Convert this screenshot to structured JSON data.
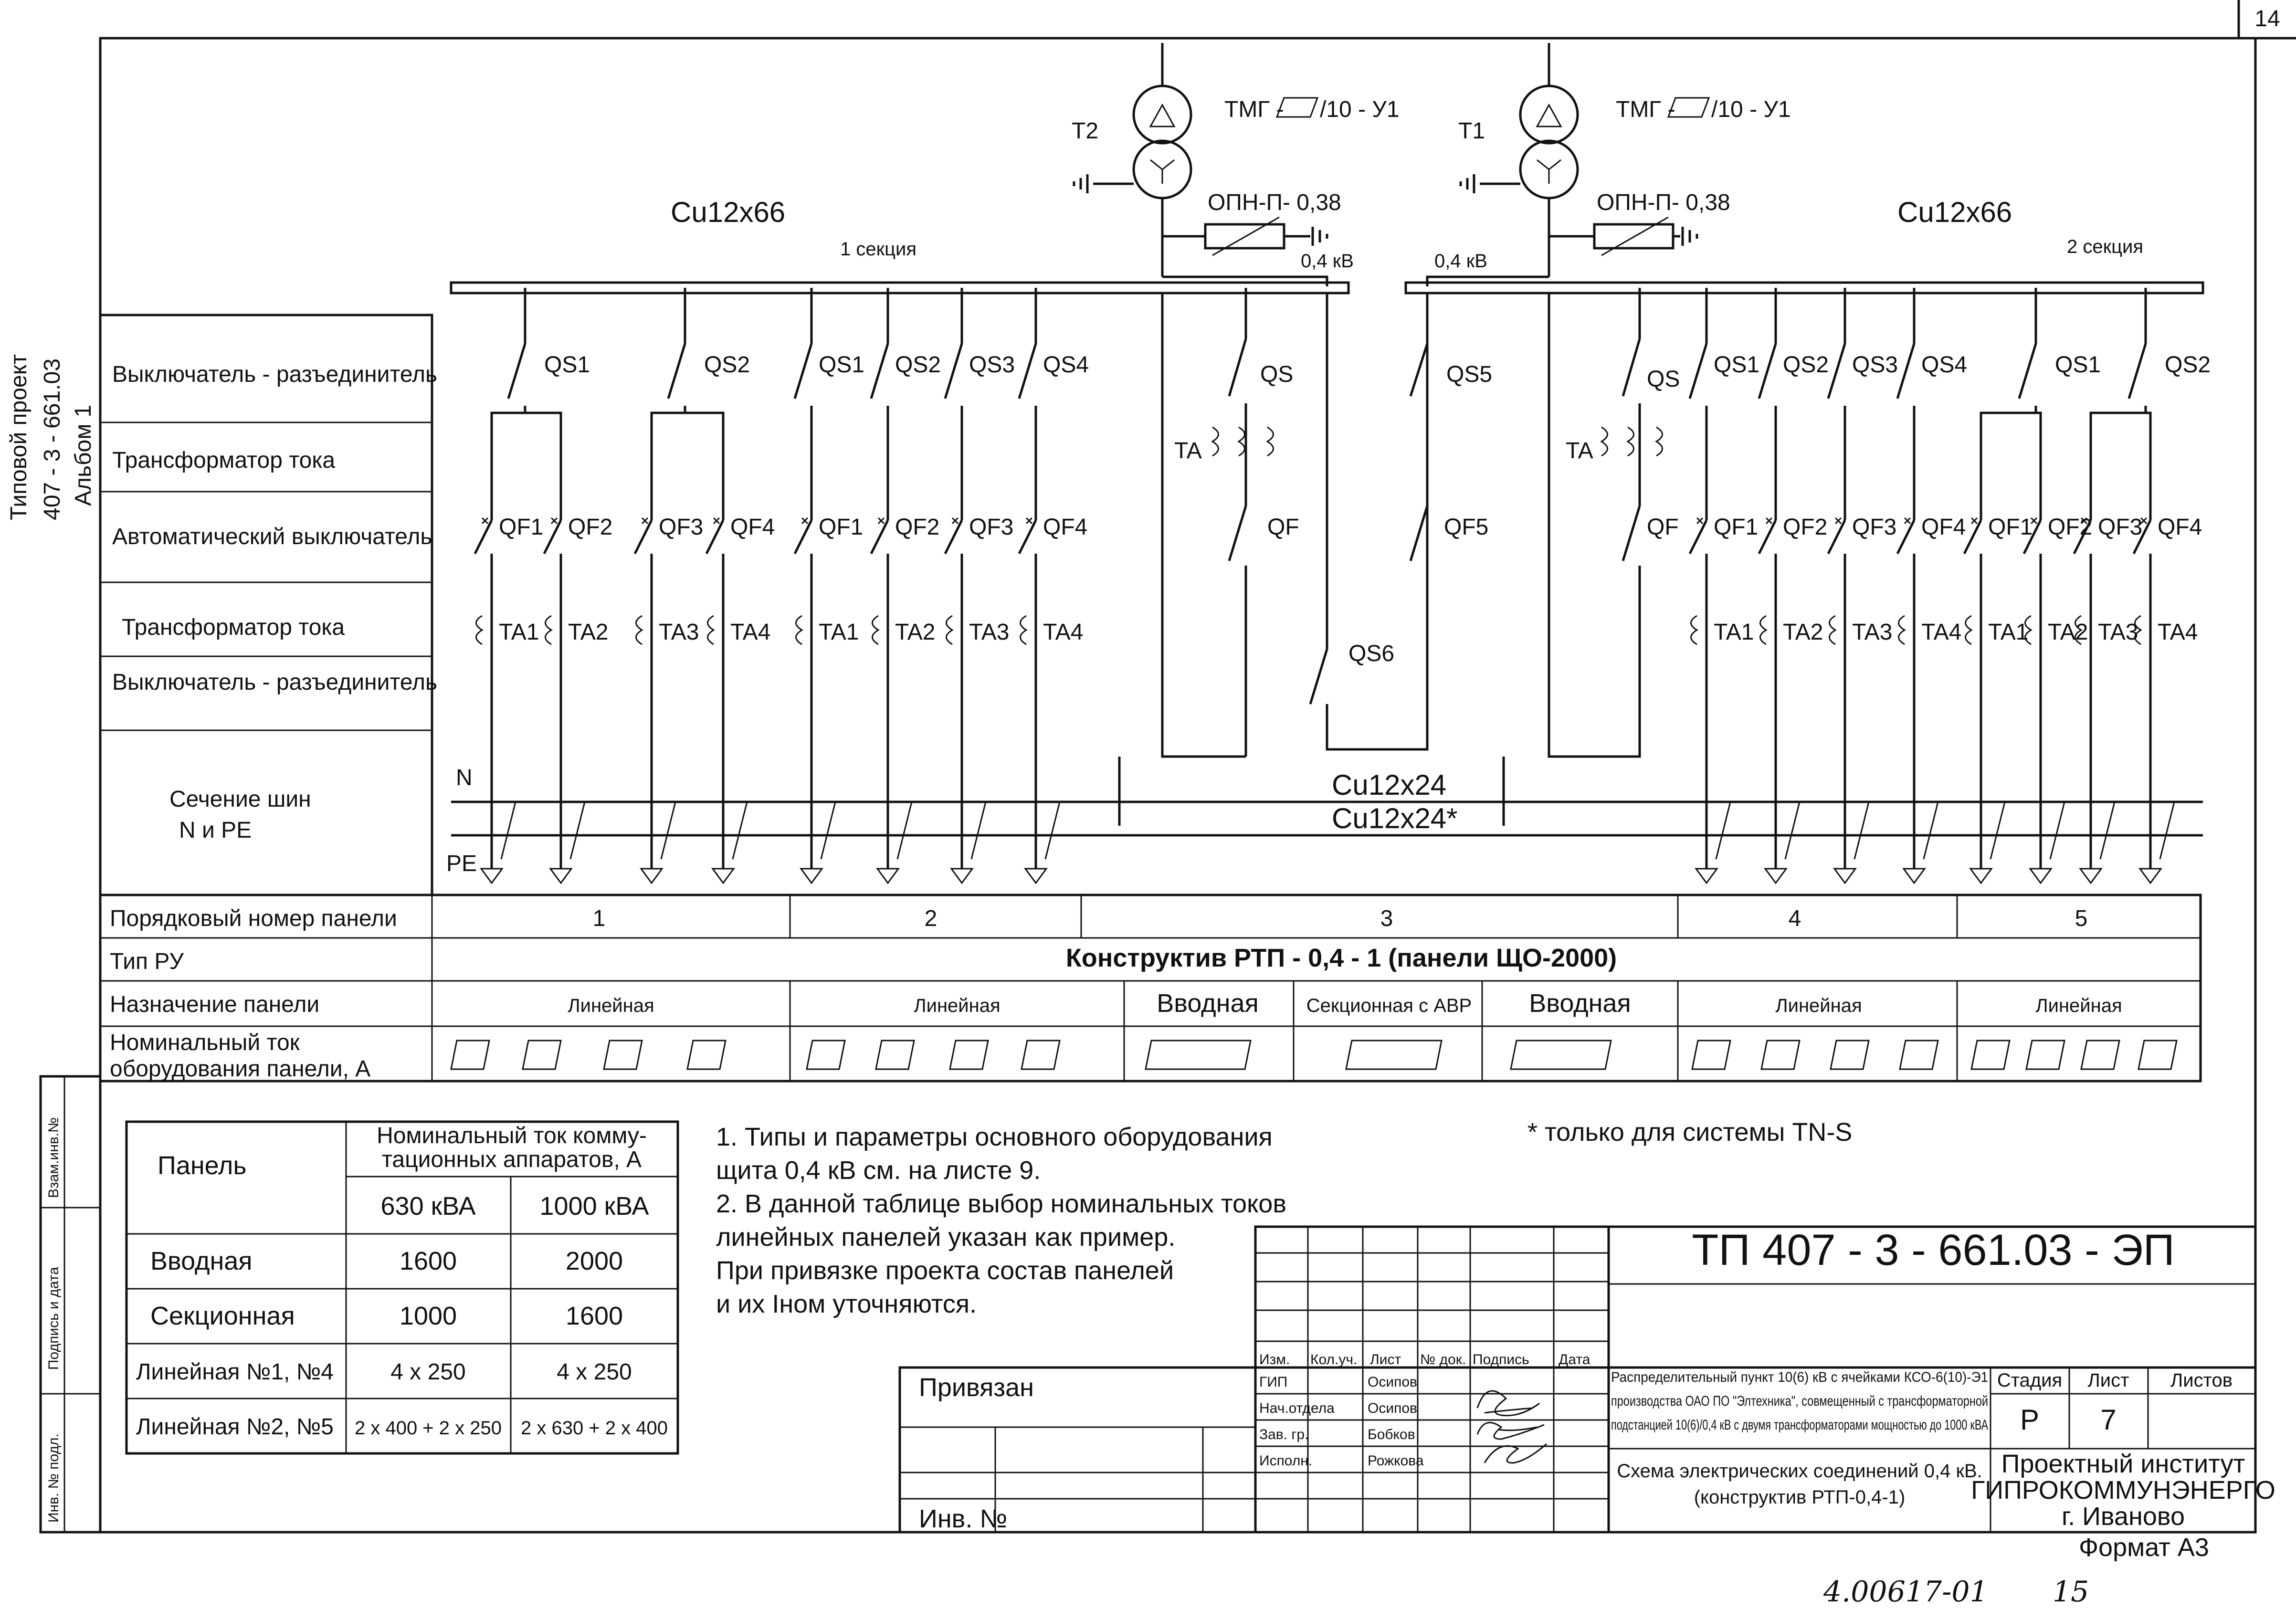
{
  "page_number": "14",
  "side": {
    "project_line1": "Типовой проект",
    "project_line2": "407 - 3 - 661.03",
    "project_line3": "Альбом 1",
    "stamp_cells": [
      "Взам.инв.№",
      "Подпись и дата",
      "Инв. № подл."
    ]
  },
  "schema": {
    "transformers": [
      {
        "id": "T2",
        "type_prefix": "ТМГ -",
        "type_suffix": "/10 - У1",
        "opn": "ОПН-П- 0,38",
        "voltage": "0,4 кВ"
      },
      {
        "id": "T1",
        "type_prefix": "ТМГ -",
        "type_suffix": "/10 - У1",
        "opn": "ОПН-П- 0,38",
        "voltage": "0,4 кВ"
      }
    ],
    "busbar_left": "Cu12x66",
    "busbar_right": "Cu12x66",
    "section_1": "1 секция",
    "section_2": "2 секция",
    "n_label": "N",
    "pe_label": "PE",
    "bus_n": "Cu12x24",
    "bus_pe": "Cu12x24*",
    "row_labels": [
      "Выключатель - разъединитель",
      "Трансформатор тока",
      "Автоматический выключатель",
      "Трансформатор тока",
      "Выключатель - разъединитель",
      "Сечение шин",
      "N и PE"
    ],
    "panel1_qs": [
      "QS1",
      "QS2"
    ],
    "panel1_qf": [
      "QF1",
      "QF2",
      "QF3",
      "QF4"
    ],
    "panel1_ta": [
      "TA1",
      "TA2",
      "TA3",
      "TA4"
    ],
    "panel2_qs": [
      "QS1",
      "QS2",
      "QS3",
      "QS4"
    ],
    "panel2_qf": [
      "QF1",
      "QF2",
      "QF3",
      "QF4"
    ],
    "panel2_ta": [
      "TA1",
      "TA2",
      "TA3",
      "TA4"
    ],
    "panel3_left": {
      "qs": "QS",
      "ta": "TA",
      "qf": "QF"
    },
    "panel3_mid": {
      "qs5": "QS5",
      "qf5": "QF5",
      "qs6": "QS6"
    },
    "panel3_right": {
      "qs": "QS",
      "ta": "TA",
      "qf": "QF"
    },
    "panel4_qs": [
      "QS1",
      "QS2",
      "QS3",
      "QS4"
    ],
    "panel4_qf": [
      "QF1",
      "QF2",
      "QF3",
      "QF4"
    ],
    "panel4_ta": [
      "TA1",
      "TA2",
      "TA3",
      "TA4"
    ],
    "panel5_qs": [
      "QS1",
      "QS2"
    ],
    "panel5_qf": [
      "QF1",
      "QF2",
      "QF3",
      "QF4"
    ],
    "panel5_ta": [
      "TA1",
      "TA2",
      "TA3",
      "TA4"
    ]
  },
  "panel_table": {
    "rows": [
      "Порядковый номер панели",
      "Тип РУ",
      "Назначение панели",
      "Номинальный ток",
      "оборудования панели, А"
    ],
    "numbers": [
      "1",
      "2",
      "3",
      "4",
      "5"
    ],
    "ru_type": "Конструктив РТП - 0,4 - 1 (панели ЩО-2000)",
    "purpose": [
      "Линейная",
      "Линейная",
      "Вводная",
      "Секционная с АВР",
      "Вводная",
      "Линейная",
      "Линейная"
    ]
  },
  "current_table": {
    "col_panel": "Панель",
    "col_head_1": "Номинальный ток комму-",
    "col_head_2": "тационных аппаратов, А",
    "col_630": "630 кВА",
    "col_1000": "1000 кВА",
    "rows": [
      {
        "name": "Вводная",
        "v630": "1600",
        "v1000": "2000"
      },
      {
        "name": "Секционная",
        "v630": "1000",
        "v1000": "1600"
      },
      {
        "name": "Линейная №1, №4",
        "v630": "4 x 250",
        "v1000": "4 x 250"
      },
      {
        "name": "Линейная №2, №5",
        "v630": "2 x 400 + 2 x 250",
        "v1000": "2 x 630 + 2 x 400"
      }
    ]
  },
  "notes": [
    "1. Типы и параметры основного оборудования",
    "щита 0,4 кВ см. на листе 9.",
    "2. В данной таблице выбор номинальных токов",
    "линейных панелей указан как пример.",
    "При привязке проекта состав панелей",
    "и их Iном уточняются."
  ],
  "footnote": "* только для системы TN-S",
  "title_block": {
    "doc_code": "ТП 407 - 3 - 661.03 - ЭП",
    "hdr": [
      "Изм.",
      "Кол.уч.",
      "Лист",
      "№ док.",
      "Подпись",
      "Дата"
    ],
    "roles": [
      "ГИП",
      "Нач.отдела",
      "Зав. гр.",
      "Исполн."
    ],
    "names": [
      "Осипов",
      "Осипов",
      "Бобков",
      "Рожкова"
    ],
    "privyazan": "Привязан",
    "inv": "Инв. №",
    "desc_1": "Распределительный пункт 10(6) кВ с ячейками КСО-6(10)-Э1",
    "desc_2": "производства ОАО ПО \"Элтехника\", совмещенный с трансформаторной",
    "desc_3": "подстанцией 10(6)/0,4 кВ с двумя трансформаторами мощностью до 1000 кВА",
    "stage_hdr": "Стадия",
    "sheet_hdr": "Лист",
    "sheets_hdr": "Листов",
    "stage": "Р",
    "sheet": "7",
    "scheme_1": "Схема электрических соединений 0,4 кВ.",
    "scheme_2": "(конструктив РТП-0,4-1)",
    "org_1": "Проектный институт",
    "org_2": "ГИПРОКОММУНЭНЕРГО",
    "org_3": "г. Иваново",
    "format": "Формат А3"
  },
  "handwritten": {
    "archive": "4.00617-01",
    "page": "15"
  }
}
